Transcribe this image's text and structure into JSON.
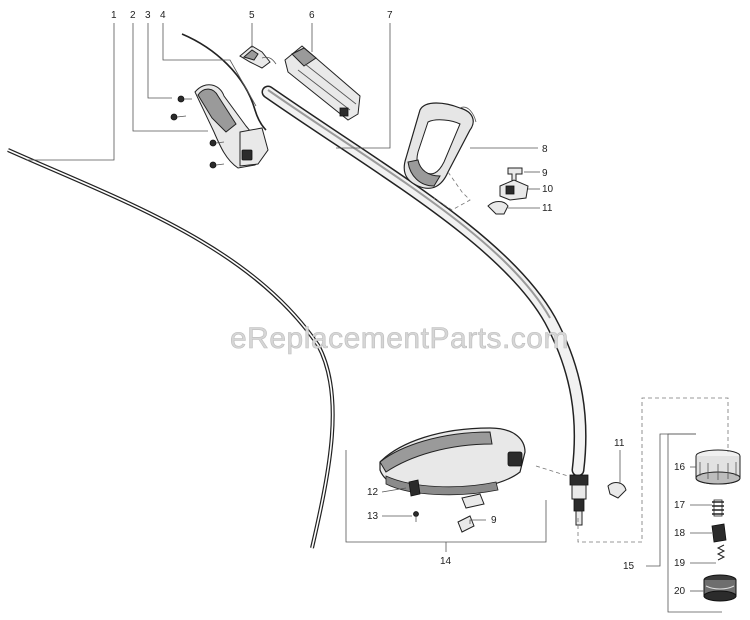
{
  "watermark": "eReplacementParts.com",
  "callouts": [
    "1",
    "2",
    "3",
    "4",
    "5",
    "6",
    "7",
    "8",
    "9",
    "10",
    "11",
    "11",
    "12",
    "13",
    "9",
    "14",
    "15",
    "16",
    "17",
    "18",
    "19",
    "20"
  ]
}
